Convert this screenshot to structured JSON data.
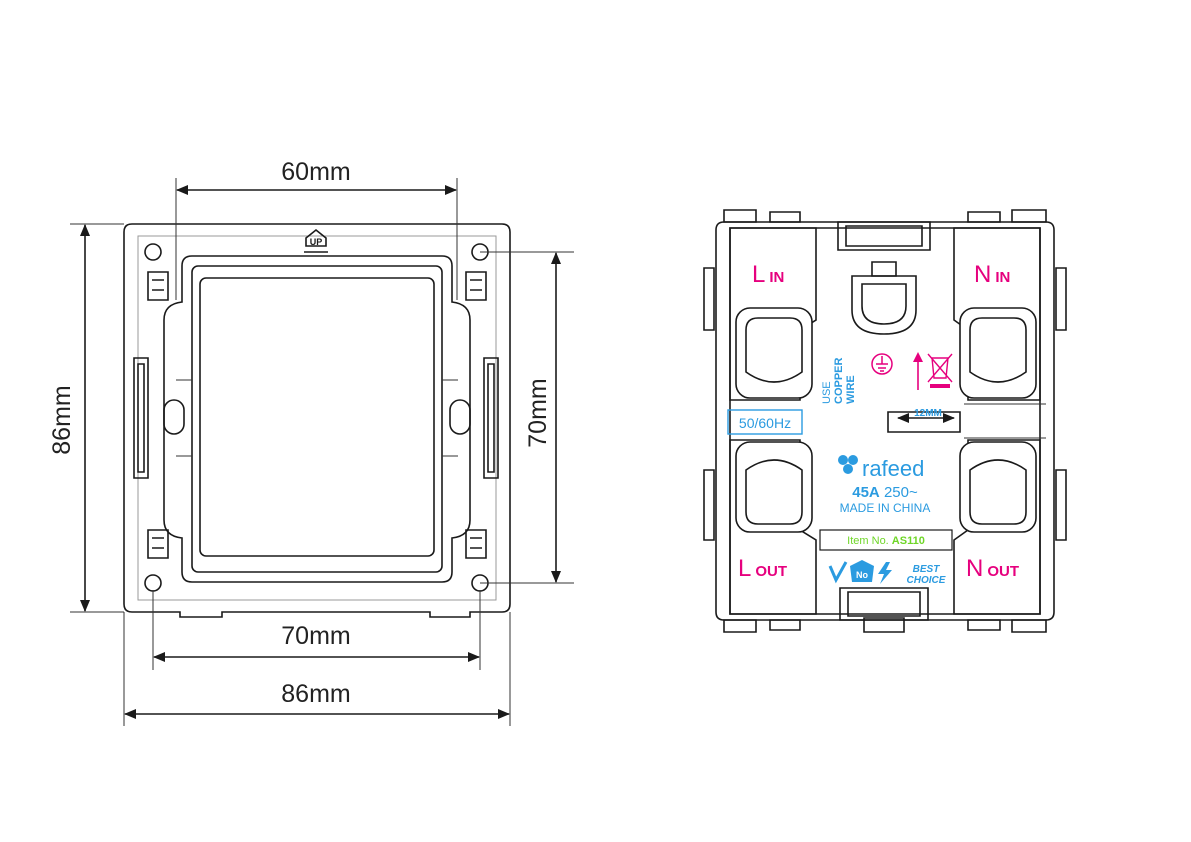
{
  "left_view": {
    "dims": {
      "top_width": "60mm",
      "left_height": "86mm",
      "right_height": "70mm",
      "bottom_inner": "70mm",
      "bottom_outer": "86mm"
    },
    "up_mark": "UP"
  },
  "right_view": {
    "terminals": {
      "l_in": {
        "letter": "L",
        "sub": "IN"
      },
      "n_in": {
        "letter": "N",
        "sub": "IN"
      },
      "l_out": {
        "letter": "L",
        "sub": "OUT"
      },
      "n_out": {
        "letter": "N",
        "sub": "OUT"
      }
    },
    "copper": {
      "l1": "USE",
      "l2": "COPPER",
      "l3": "WIRE"
    },
    "frequency": "50/60Hz",
    "strip": "12MM",
    "brand": "rafeed",
    "rating_bold": "45A",
    "rating_rest": " 250~",
    "made_in": "MADE IN CHINA",
    "item_label": "Item No. ",
    "item_code": "AS110",
    "best": "BEST",
    "choice": "CHOICE",
    "no_badge": "No"
  },
  "colors": {
    "line": "#1a1a1a",
    "magenta": "#e6007e",
    "blue": "#2b9be0",
    "green": "#6fd628"
  }
}
